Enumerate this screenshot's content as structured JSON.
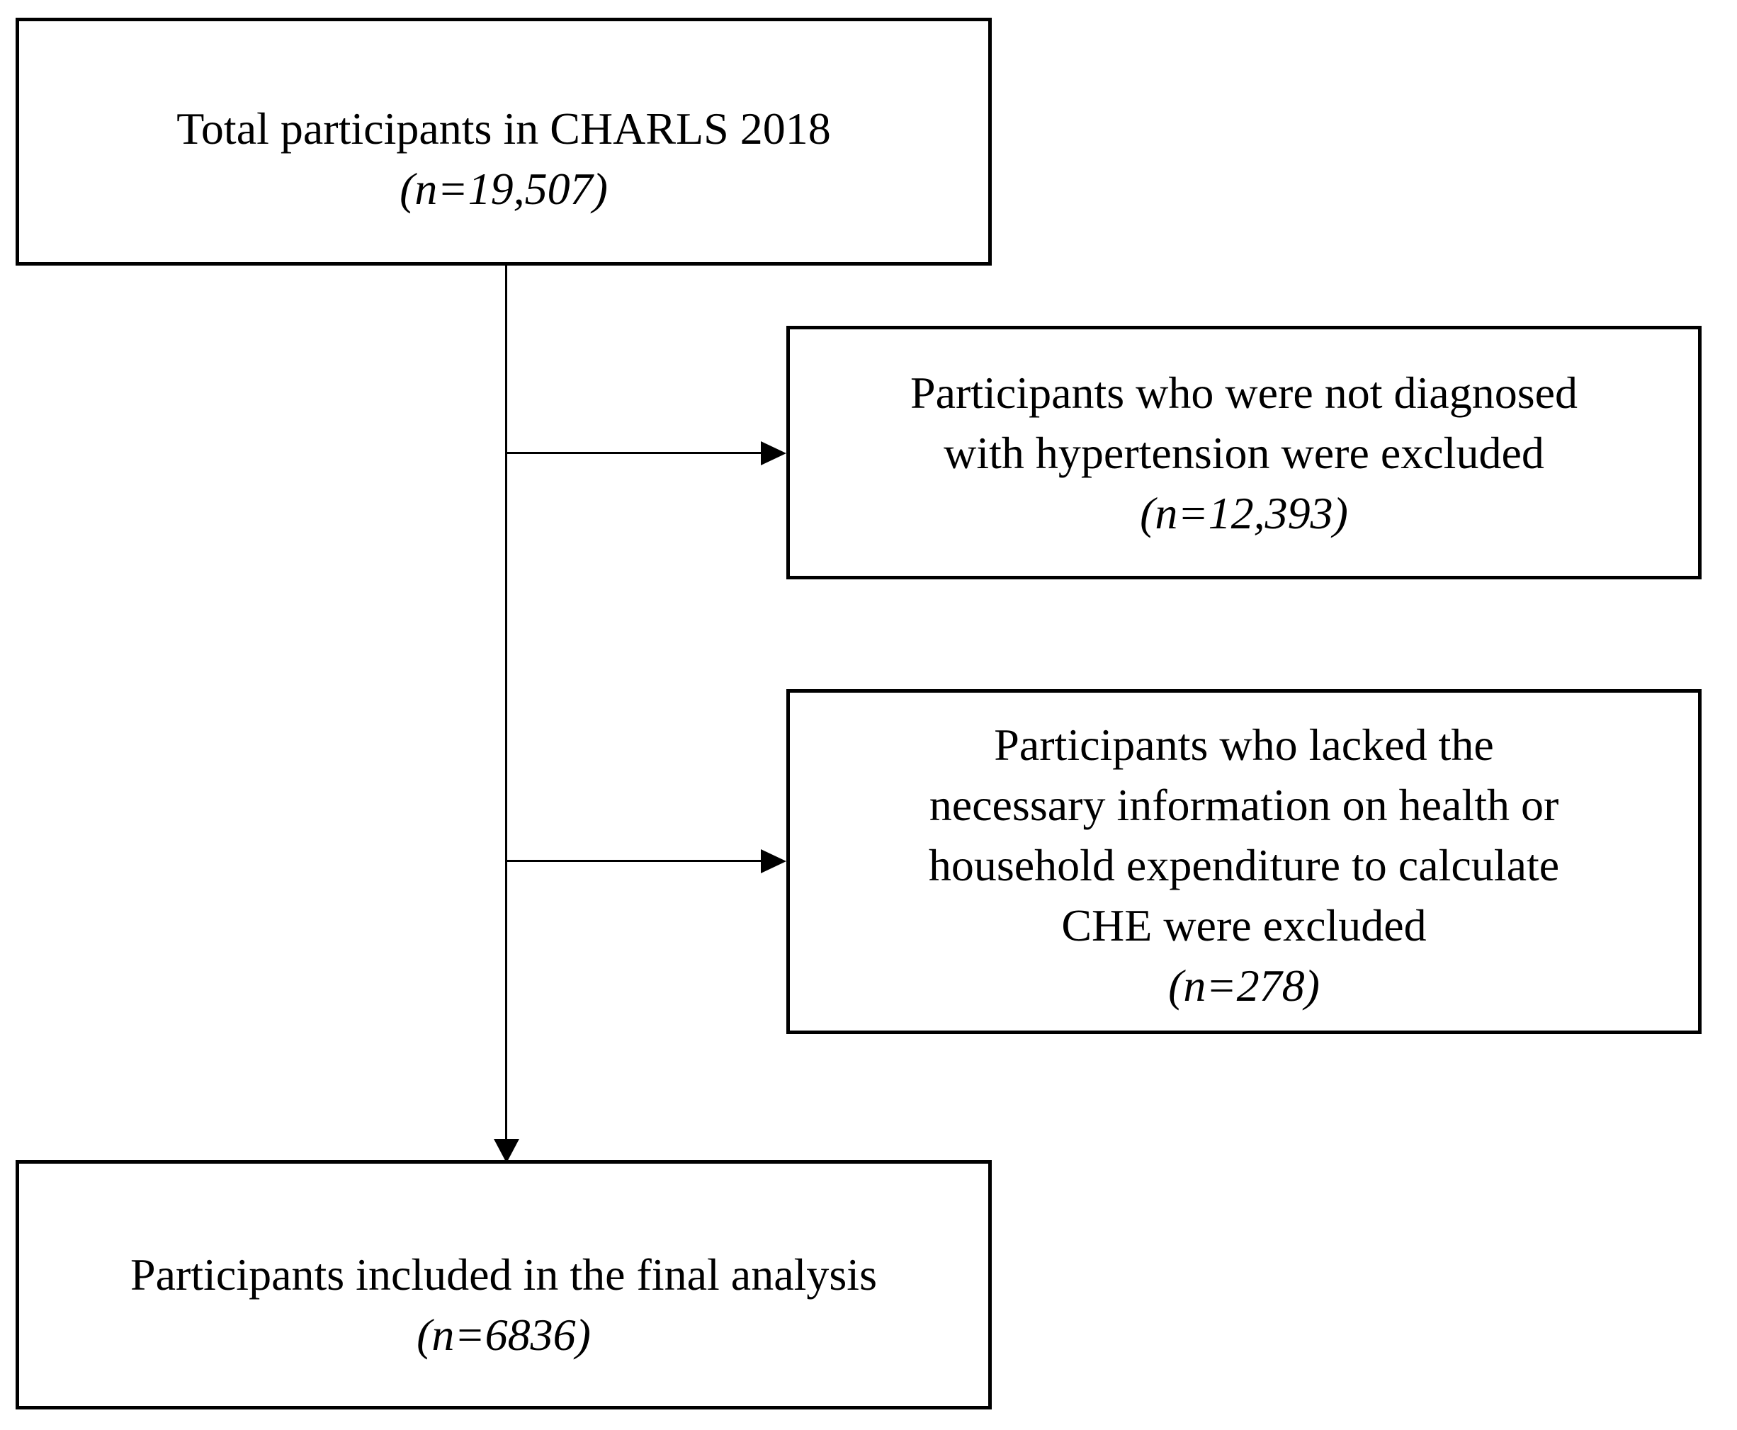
{
  "flowchart": {
    "description": "Participant selection flow diagram, CHARLS 2018",
    "colors": {
      "border": "#000000",
      "background": "#ffffff",
      "text": "#000000",
      "connector": "#000000"
    },
    "nodes": [
      {
        "id": "total-participants",
        "lines": [
          "Total participants in CHARLS 2018"
        ],
        "n": "(n=19,507)"
      },
      {
        "id": "excluded-no-hypertension",
        "lines": [
          "Participants who were not diagnosed",
          "with hypertension were excluded"
        ],
        "n": "(n=12,393)"
      },
      {
        "id": "excluded-missing-che-info",
        "lines": [
          "Participants who lacked the",
          "necessary information on health or",
          "household expenditure to calculate",
          "CHE were excluded"
        ],
        "n": "(n=278)"
      },
      {
        "id": "final-analysis",
        "lines": [
          "Participants included in the final analysis"
        ],
        "n": "(n=6836)"
      }
    ],
    "edges": [
      {
        "from": "total-participants",
        "to": "excluded-no-hypertension",
        "type": "right-arrow"
      },
      {
        "from": "total-participants",
        "to": "excluded-missing-che-info",
        "type": "right-arrow"
      },
      {
        "from": "total-participants",
        "to": "final-analysis",
        "type": "down-arrow"
      }
    ]
  }
}
